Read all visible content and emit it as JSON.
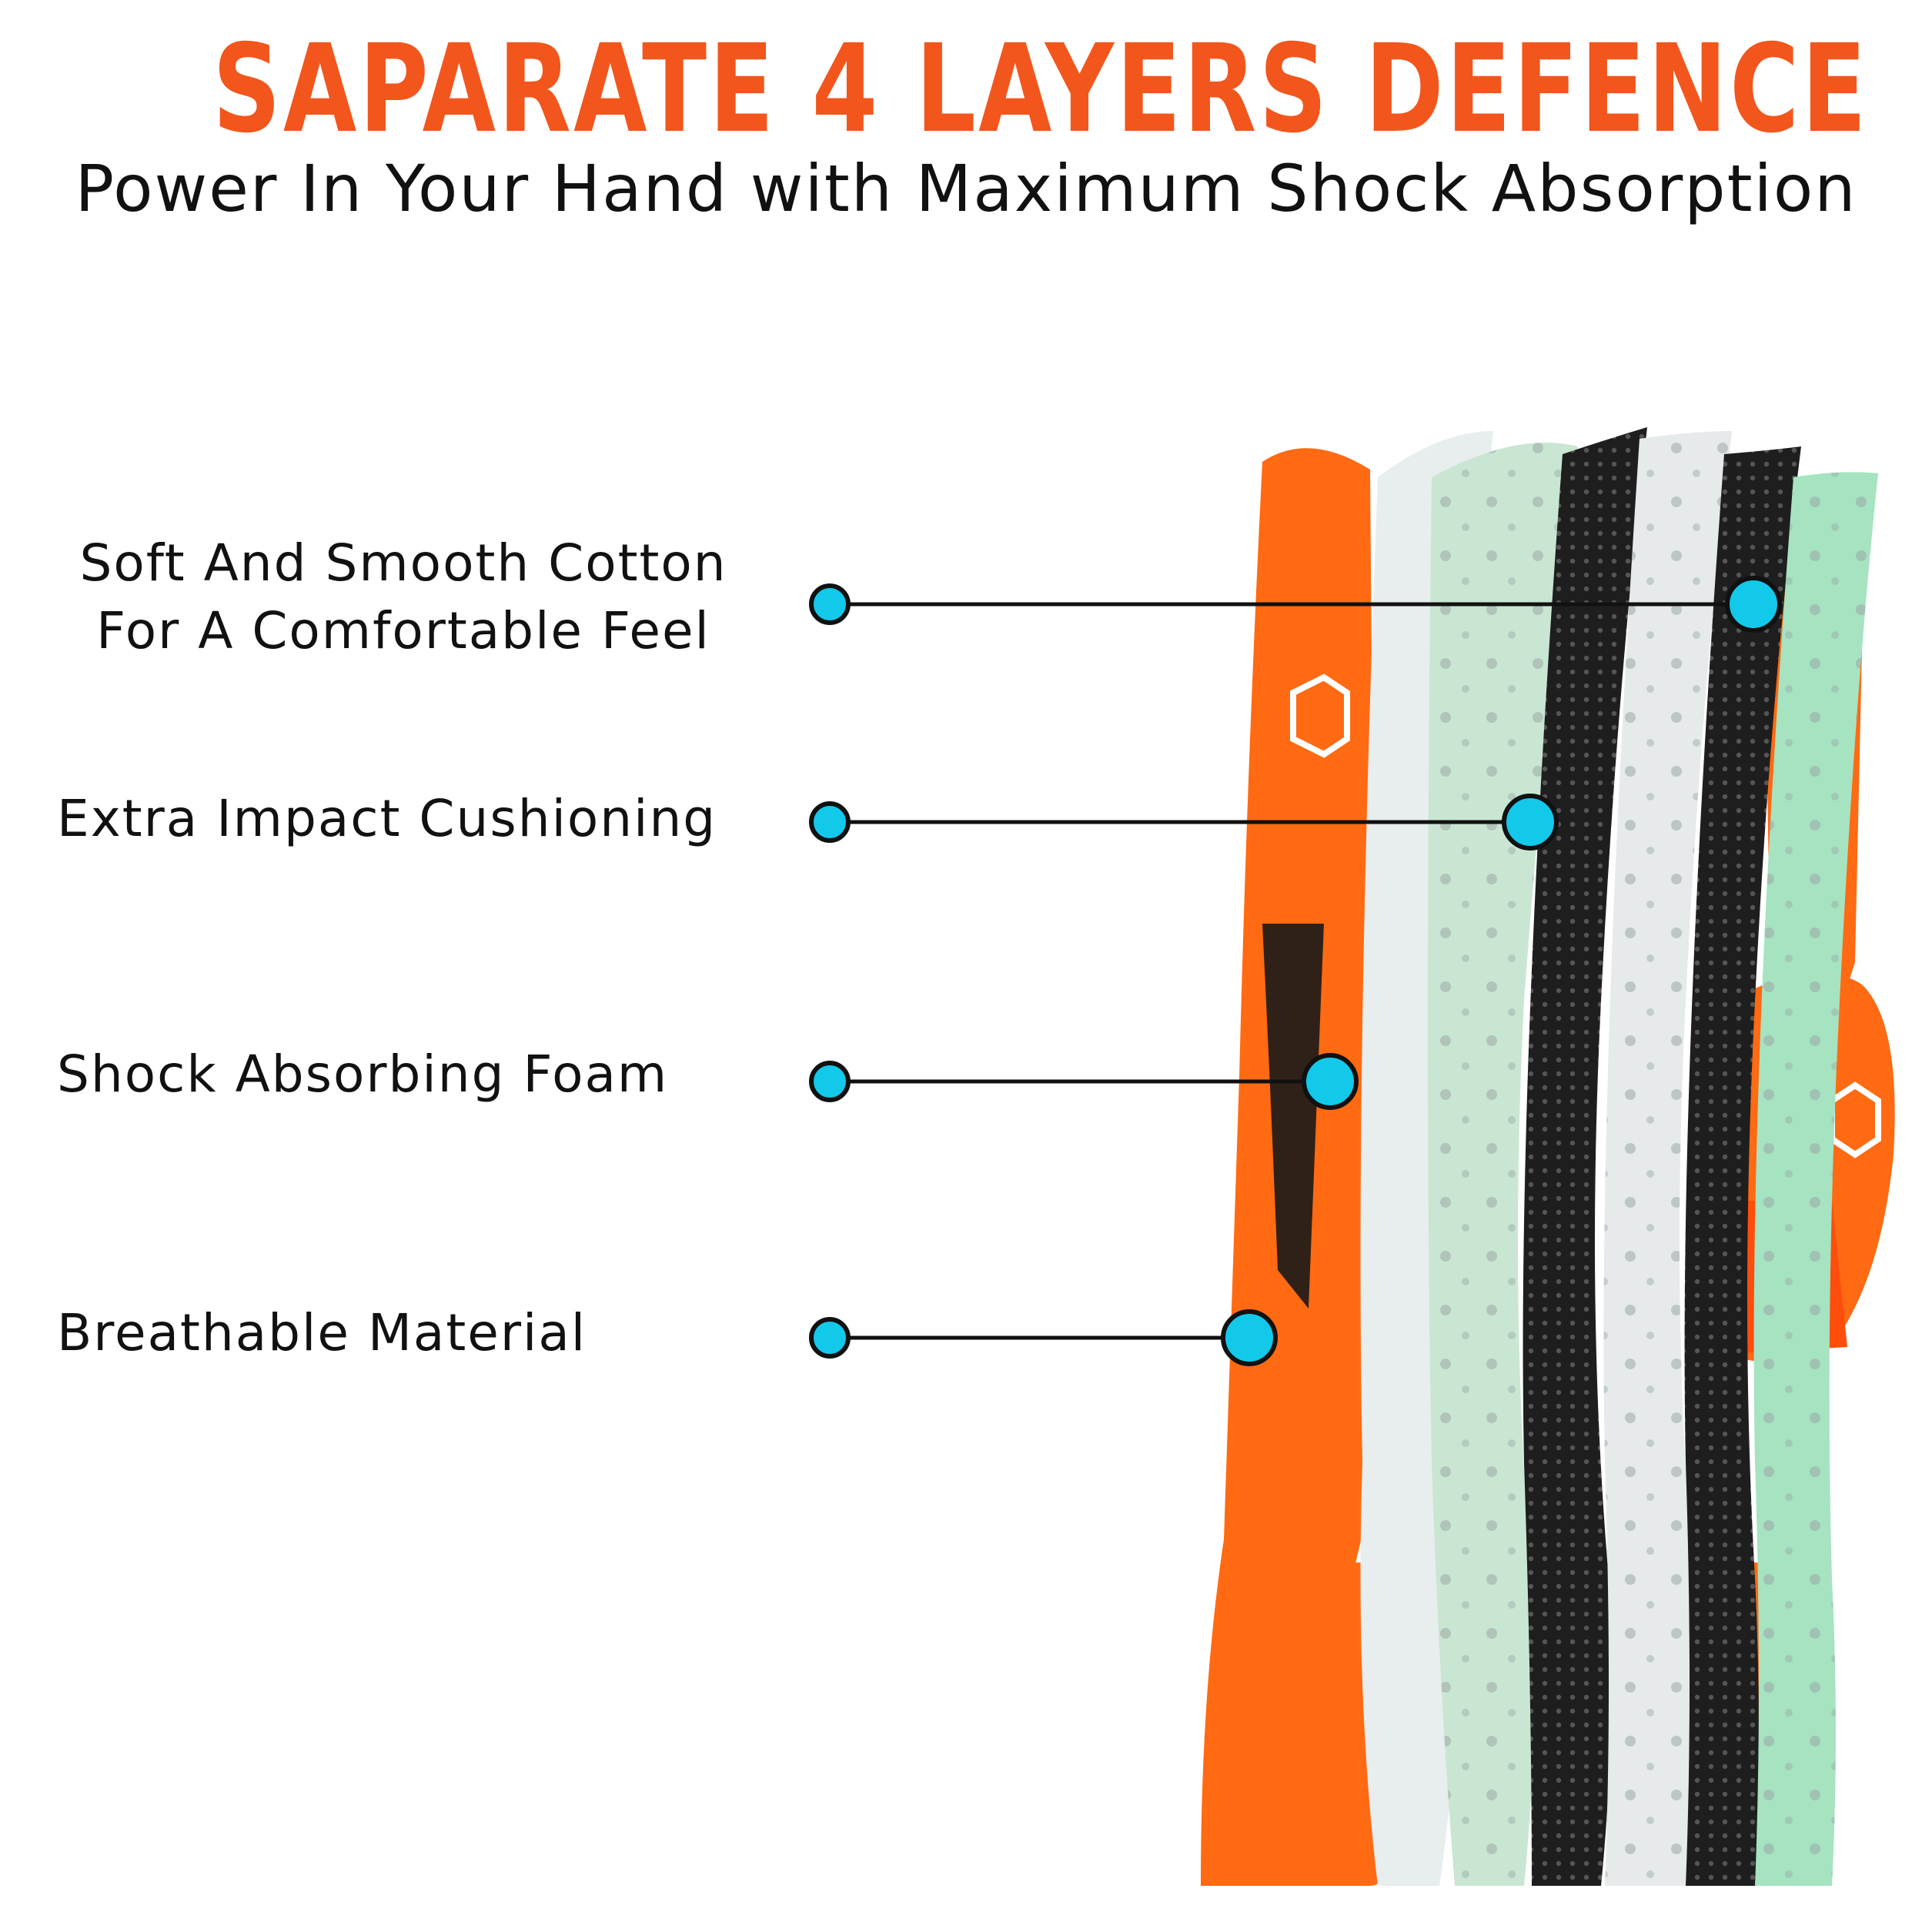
{
  "headline": "SAPARATE 4 LAYERS DEFENCE",
  "subheadline": "Power In Your Hand with Maximum Shock Absorption",
  "callouts": [
    {
      "line1": "Soft And Smooth Cotton",
      "line2": "For A Comfortable Feel"
    },
    {
      "line1": "Extra Impact Cushioning"
    },
    {
      "line1": "Shock Absorbing Foam"
    },
    {
      "line1": "Breathable Material"
    }
  ],
  "colors": {
    "accent": "#f2561d",
    "marker": "#12c9ea",
    "glove_orange": "#ff6a12",
    "foam_white": "#e8edee",
    "foam_green": "#a6e3c1",
    "mesh_black": "#1e1e1e"
  },
  "icons": [
    "callout-dot-icon"
  ]
}
